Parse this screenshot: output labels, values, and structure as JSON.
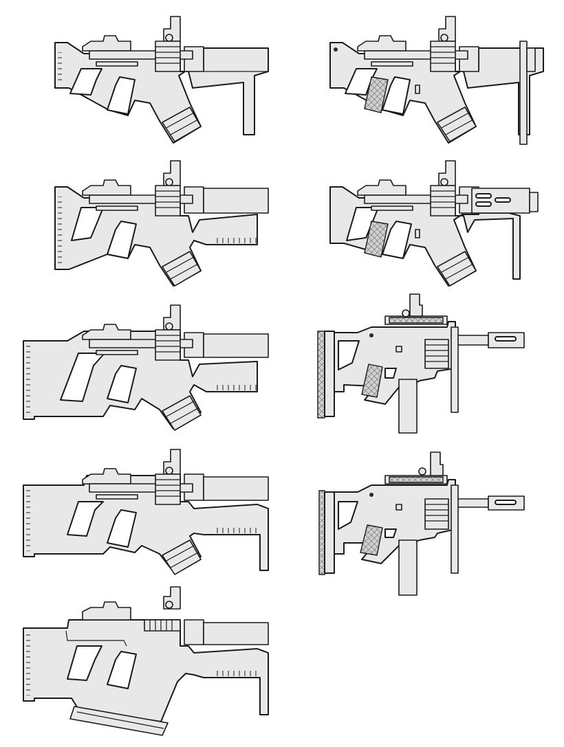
{
  "sheet": {
    "background": "#ffffff",
    "fill_color": "#e8e8e8",
    "line_color": "#1a1a1a",
    "variants": [
      {
        "id": "variant-1",
        "column": "left",
        "style": "angled-stock-carbine",
        "stock": "angled",
        "front_end": "rail-guard"
      },
      {
        "id": "variant-2",
        "column": "right",
        "style": "angled-stock-grip-texture",
        "stock": "angled",
        "front_end": "rail-guard",
        "grip_texture": true
      },
      {
        "id": "variant-3",
        "column": "left",
        "style": "straight-stock-carbine",
        "stock": "straight",
        "front_end": "rail-guard"
      },
      {
        "id": "variant-4",
        "column": "right",
        "style": "suppressed-grip-texture",
        "stock": "angled",
        "front_end": "vented-barrel",
        "grip_texture": true
      },
      {
        "id": "variant-5",
        "column": "left",
        "style": "full-stock-extended",
        "stock": "long",
        "front_end": "rail-guard"
      },
      {
        "id": "variant-6",
        "column": "right",
        "style": "compact-smg-folding-stock",
        "stock": "folding",
        "front_end": "muzzle-brake",
        "grip_texture": true
      },
      {
        "id": "variant-7",
        "column": "left",
        "style": "full-stock-long-guard",
        "stock": "long",
        "front_end": "long-guard"
      },
      {
        "id": "variant-8",
        "column": "right",
        "style": "compact-smg-short-stock",
        "stock": "folding",
        "front_end": "muzzle-brake",
        "grip_texture": true
      },
      {
        "id": "variant-9",
        "column": "left",
        "style": "bullpup-long-magazine",
        "stock": "long",
        "front_end": "long-guard",
        "magazine": "long"
      }
    ]
  }
}
